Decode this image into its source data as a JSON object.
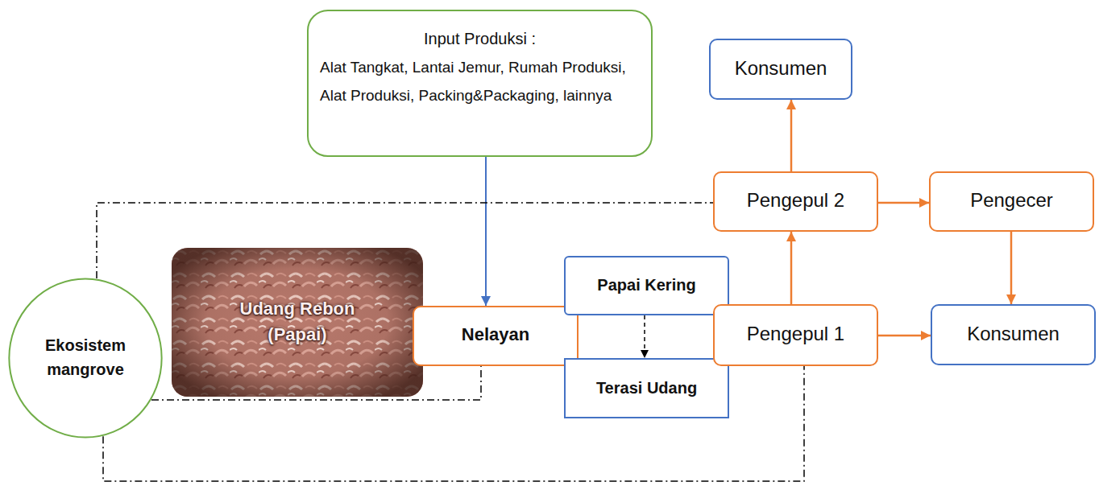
{
  "diagram": {
    "nodes": [
      {
        "text": [
          "Input Produksi :",
          "Alat Tangkat, Lantai Jemur, Rumah Produksi, Alat Produksi, Packing&Packaging, lainnya"
        ]
      },
      {
        "text": [
          "Konsumen"
        ]
      },
      {
        "text": [
          "Pengepul 2"
        ]
      },
      {
        "text": [
          "Pengecer"
        ]
      },
      {
        "text": [
          "Ekosistem mangrove"
        ]
      },
      {
        "text": [
          "Udang Rebon (Papai)"
        ]
      },
      {
        "text": [
          "Nelayan"
        ]
      },
      {
        "text": [
          "Papai Kering"
        ]
      },
      {
        "text": [
          "Terasi Udang"
        ]
      },
      {
        "text": [
          "Pengepul 1"
        ]
      },
      {
        "text": [
          "Konsumen"
        ]
      }
    ],
    "edges": [
      {
        "from": 0,
        "to": 6,
        "arrow": "to"
      },
      {
        "from": 9,
        "to": 2,
        "arrow": "to"
      },
      {
        "from": 2,
        "to": 1,
        "arrow": "to"
      },
      {
        "from": 2,
        "to": 3,
        "arrow": "to"
      },
      {
        "from": 3,
        "to": 10,
        "arrow": "to"
      },
      {
        "from": 9,
        "to": 10,
        "arrow": "to"
      },
      {
        "from": 7,
        "to": 8,
        "arrow": "to"
      },
      {
        "from": 4,
        "to": 2,
        "arrow": "none"
      },
      {
        "from": 4,
        "to": 6,
        "arrow": "none"
      },
      {
        "from": 4,
        "to": 9,
        "arrow": "none"
      }
    ]
  }
}
